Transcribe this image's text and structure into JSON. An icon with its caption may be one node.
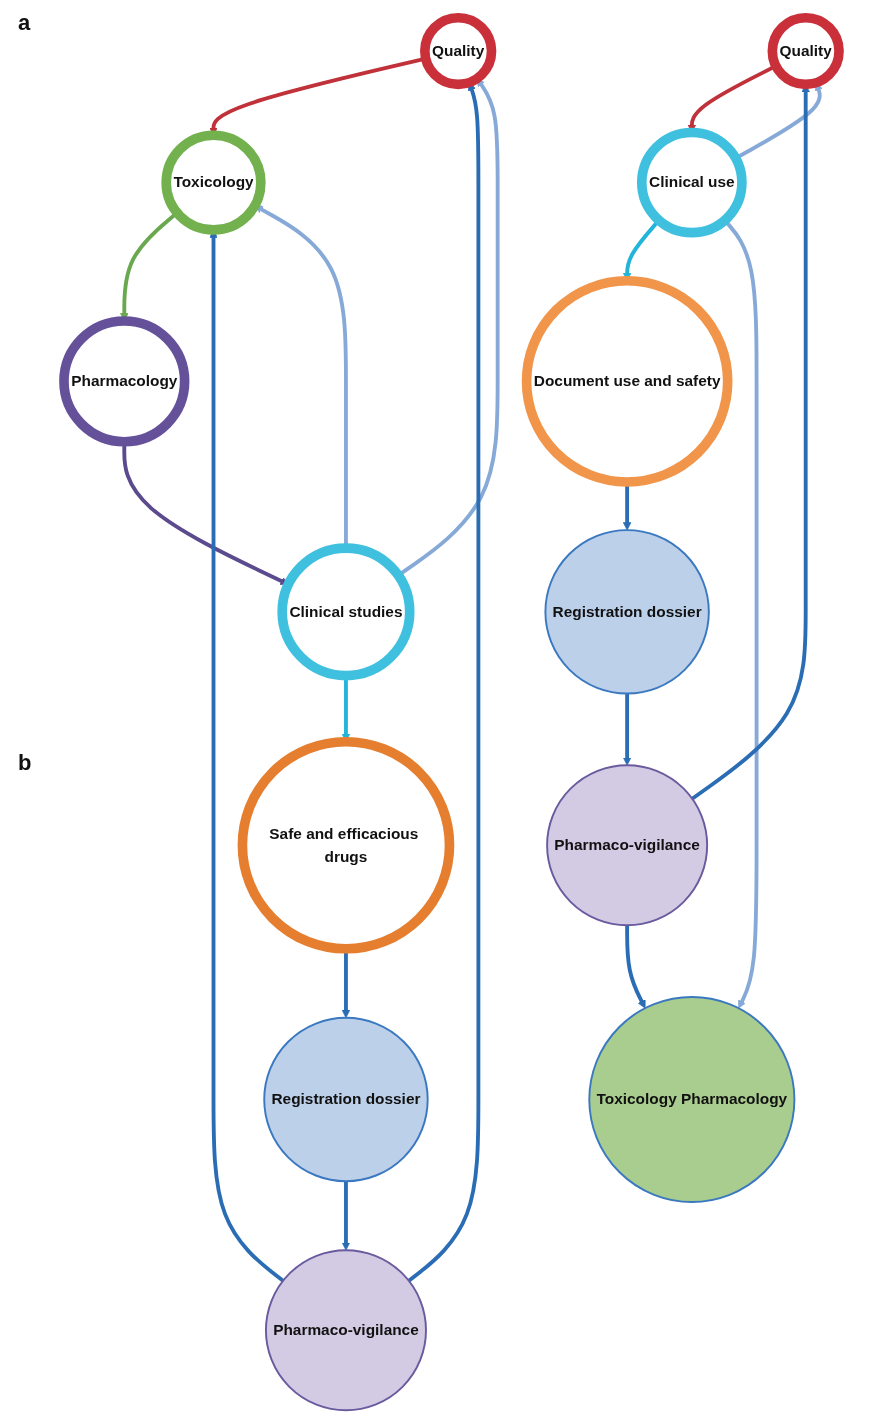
{
  "diagram": {
    "nodes": [
      {
        "text": [
          "Quality"
        ]
      },
      {
        "text": [
          "Toxicology"
        ]
      },
      {
        "text": [
          "Pharmacology"
        ]
      },
      {
        "text": [
          "Clinical studies"
        ]
      },
      {
        "text": [
          "Safe and efficacious drugs"
        ]
      },
      {
        "text": [
          "Registration dossier"
        ]
      },
      {
        "text": [
          "Pharmaco-vigilance"
        ]
      },
      {
        "text": [
          "Toxicology Pharmacology"
        ]
      },
      {
        "text": [
          "Quality"
        ]
      },
      {
        "text": [
          "Clinical use"
        ]
      },
      {
        "text": [
          "Document use and safety"
        ]
      },
      {
        "text": [
          "Registration dossier"
        ]
      },
      {
        "text": [
          "Pharmaco-vigilance"
        ]
      }
    ],
    "edges": [
      {
        "from": 0,
        "to": 1,
        "arrow": "to",
        "color": "#c0313a"
      },
      {
        "from": 1,
        "to": 2,
        "arrow": "to",
        "color": "#6aa84f"
      },
      {
        "from": 2,
        "to": 3,
        "arrow": "to",
        "color": "#5b4a8e"
      },
      {
        "from": 3,
        "to": 4,
        "arrow": "to",
        "color": "#22b5d9"
      },
      {
        "from": 4,
        "to": 5,
        "arrow": "to"
      },
      {
        "from": 5,
        "to": 6,
        "arrow": "to"
      },
      {
        "from": 3,
        "to": 0,
        "arrow": "to",
        "color": "#86a9d8"
      },
      {
        "from": 3,
        "to": 1,
        "arrow": "to",
        "color": "#86a9d8"
      },
      {
        "from": 6,
        "to": 0,
        "arrow": "to"
      },
      {
        "from": 6,
        "to": 1,
        "arrow": "to"
      },
      {
        "from": 8,
        "to": 9,
        "arrow": "to",
        "color": "#c0313a"
      },
      {
        "from": 9,
        "to": 10,
        "arrow": "to",
        "color": "#22b5d9"
      },
      {
        "from": 10,
        "to": 11,
        "arrow": "to"
      },
      {
        "from": 11,
        "to": 12,
        "arrow": "to"
      },
      {
        "from": 9,
        "to": 7,
        "arrow": "to",
        "color": "#86a9d8"
      },
      {
        "from": 9,
        "to": 8,
        "arrow": "to",
        "color": "#86a9d8"
      },
      {
        "from": 12,
        "to": 7,
        "arrow": "to"
      },
      {
        "from": 12,
        "to": 8,
        "arrow": "to"
      }
    ],
    "labels": [
      "a",
      "b"
    ]
  }
}
